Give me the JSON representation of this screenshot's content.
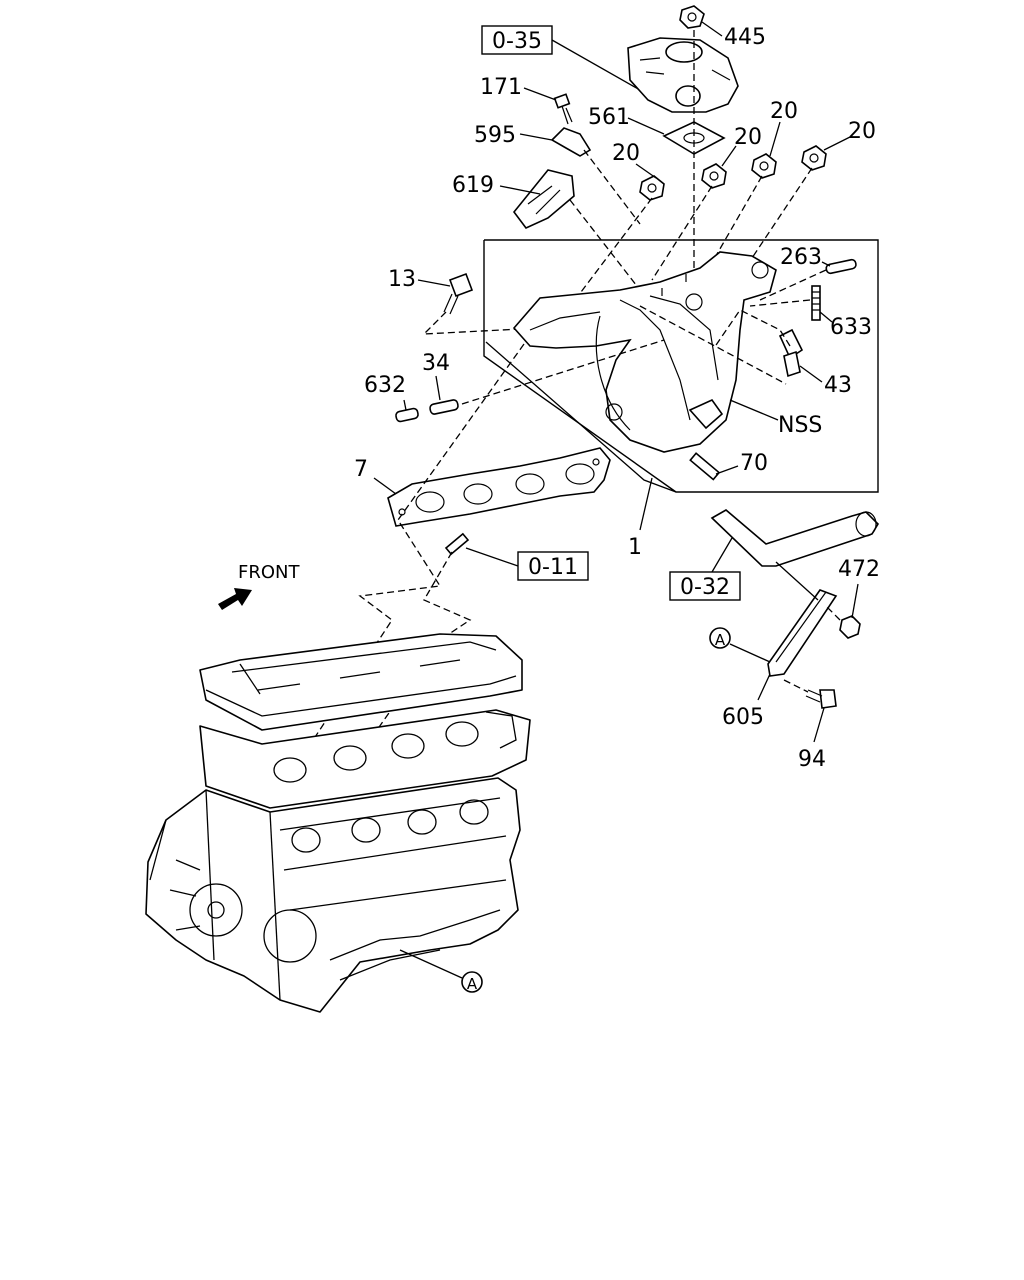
{
  "callouts": {
    "c445": "445",
    "c171": "171",
    "c561": "561",
    "c595": "595",
    "c20a": "20",
    "c20b": "20",
    "c20c": "20",
    "c20d": "20",
    "c619": "619",
    "c263": "263",
    "c13": "13",
    "c633": "633",
    "c43": "43",
    "c632": "632",
    "c34": "34",
    "cNSS": "NSS",
    "c7": "7",
    "c70": "70",
    "c1": "1",
    "c472": "472",
    "c605": "605",
    "c94": "94",
    "cA1": "A",
    "cA2": "A"
  },
  "ref_boxes": {
    "r035": "0-35",
    "r011": "0-11",
    "r032": "0-32"
  },
  "front_label": "FRONT"
}
